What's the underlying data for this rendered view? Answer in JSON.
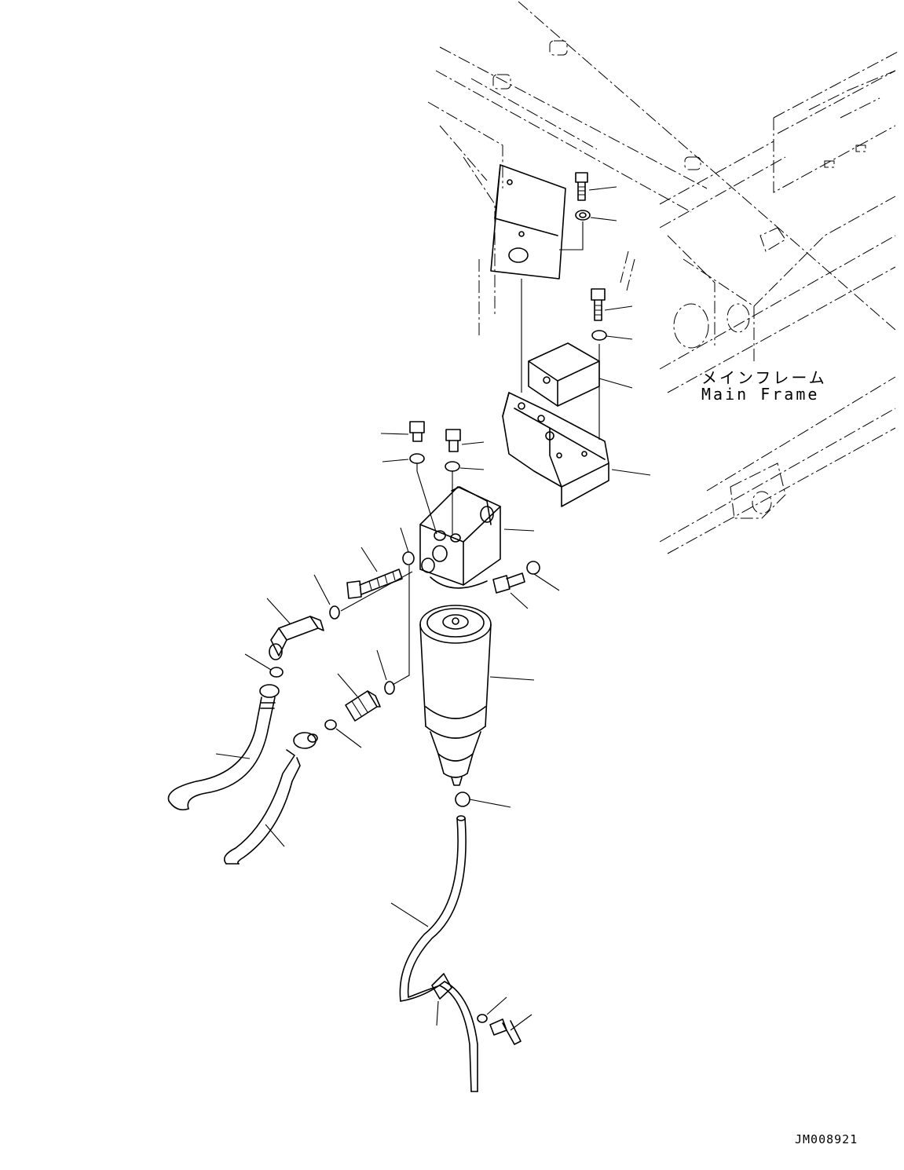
{
  "labels": {
    "main_frame_ja": "メインフレーム",
    "main_frame_en": "Main Frame",
    "drawing_code": "JM008921"
  },
  "colors": {
    "line": "#000000",
    "background": "#ffffff"
  }
}
